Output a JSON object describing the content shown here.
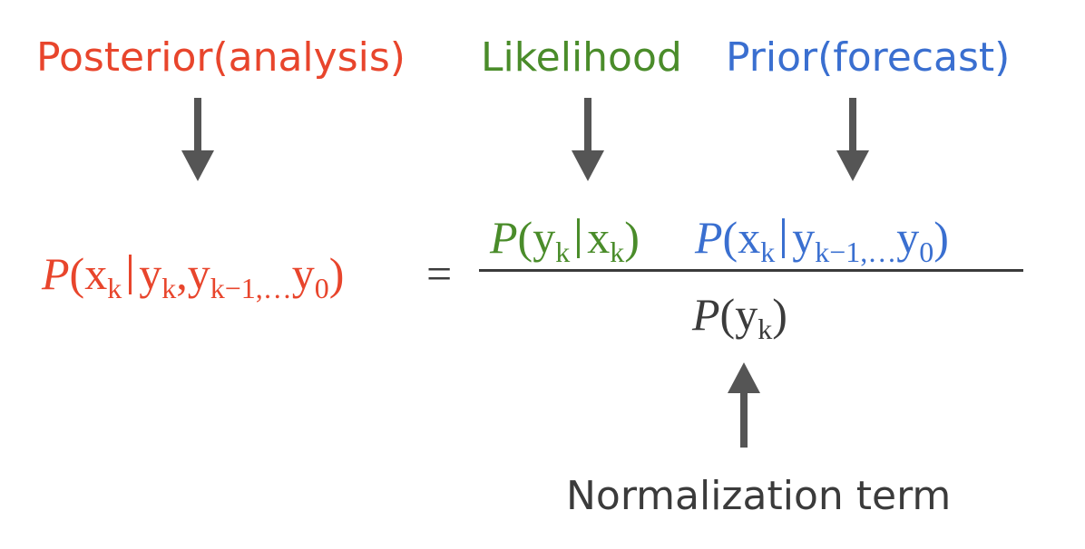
{
  "labels": {
    "posterior": "Posterior(analysis)",
    "likelihood": "Likelihood",
    "prior": "Prior(forecast)",
    "normalization": "Normalization term"
  },
  "equation": {
    "lhs": {
      "P": "P",
      "open": "(",
      "x": "x",
      "x_sub": "k",
      "y1": "y",
      "y1_sub": "k",
      "comma": ",",
      "y2": "y",
      "y2_sub": "k−1,…",
      "y3": "y",
      "y3_sub": "0",
      "close": ")"
    },
    "equals": "=",
    "numerator_likelihood": {
      "P": "P",
      "open": "(",
      "y": "y",
      "y_sub": "k",
      "x": "x",
      "x_sub": "k",
      "close": ")"
    },
    "numerator_prior": {
      "P": "P",
      "open": "(",
      "x": "x",
      "x_sub": "k",
      "y1": "y",
      "y1_sub": "k−1,…",
      "y2": "y",
      "y2_sub": "0",
      "close": ")"
    },
    "denominator": {
      "P": "P",
      "open": "(",
      "y": "y",
      "y_sub": "k",
      "close": ")"
    }
  },
  "colors": {
    "posterior": "#e8452c",
    "likelihood": "#4a8c2a",
    "prior": "#3a6fd0",
    "normalization": "#3b3b3b",
    "arrow": "#555555"
  }
}
